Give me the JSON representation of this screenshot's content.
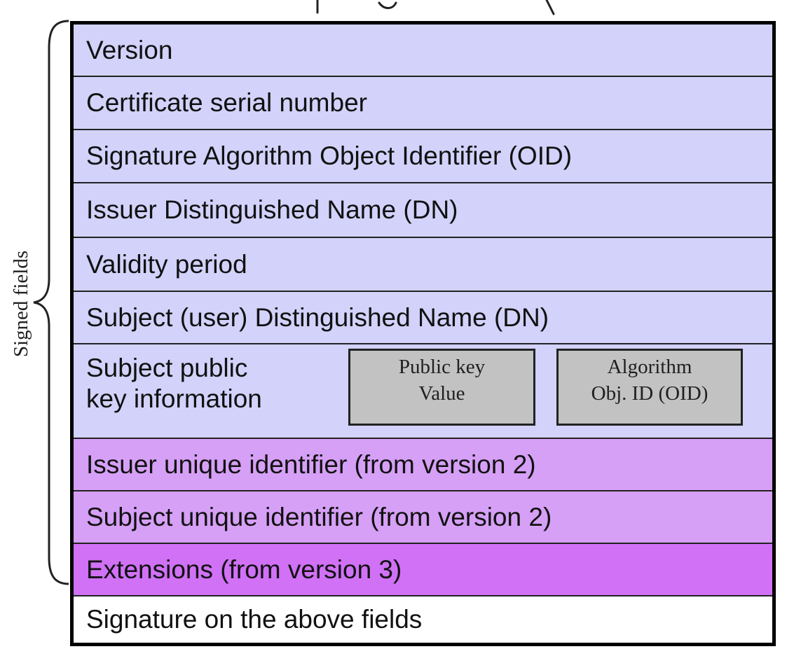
{
  "colors": {
    "light_lavender": "#d2d2fb",
    "light_violet": "#d6a0f6",
    "violet": "#d071f6",
    "white": "#ffffff",
    "key_box": "#c2c2c2"
  },
  "side_label": "Signed fields",
  "fields": [
    {
      "label": "Version",
      "color": "#d2d2fb"
    },
    {
      "label": "Certificate serial number",
      "color": "#d2d2fb"
    },
    {
      "label": "Signature Algorithm Object Identifier (OID)",
      "color": "#d2d2fb"
    },
    {
      "label": "Issuer Distinguished Name (DN)",
      "color": "#d2d2fb"
    },
    {
      "label": "Validity period",
      "color": "#d2d2fb"
    },
    {
      "label": "Subject (user) Distinguished Name (DN)",
      "color": "#d2d2fb"
    },
    {
      "label": "Subject public key information",
      "color": "#d2d2fb"
    },
    {
      "label": "Issuer unique identifier (from version 2)",
      "color": "#d6a0f6"
    },
    {
      "label": "Subject unique identifier (from version 2)",
      "color": "#d6a0f6"
    },
    {
      "label": "Extensions (from version 3)",
      "color": "#d071f6"
    },
    {
      "label": "Signature on the above fields",
      "color": "#ffffff"
    }
  ],
  "public_key": {
    "label_line1": "Subject public",
    "label_line2": "key information",
    "value_box_line1": "Public key",
    "value_box_line2": "Value",
    "algorithm_box_line1": "Algorithm",
    "algorithm_box_line2": "Obj. ID (OID)"
  }
}
